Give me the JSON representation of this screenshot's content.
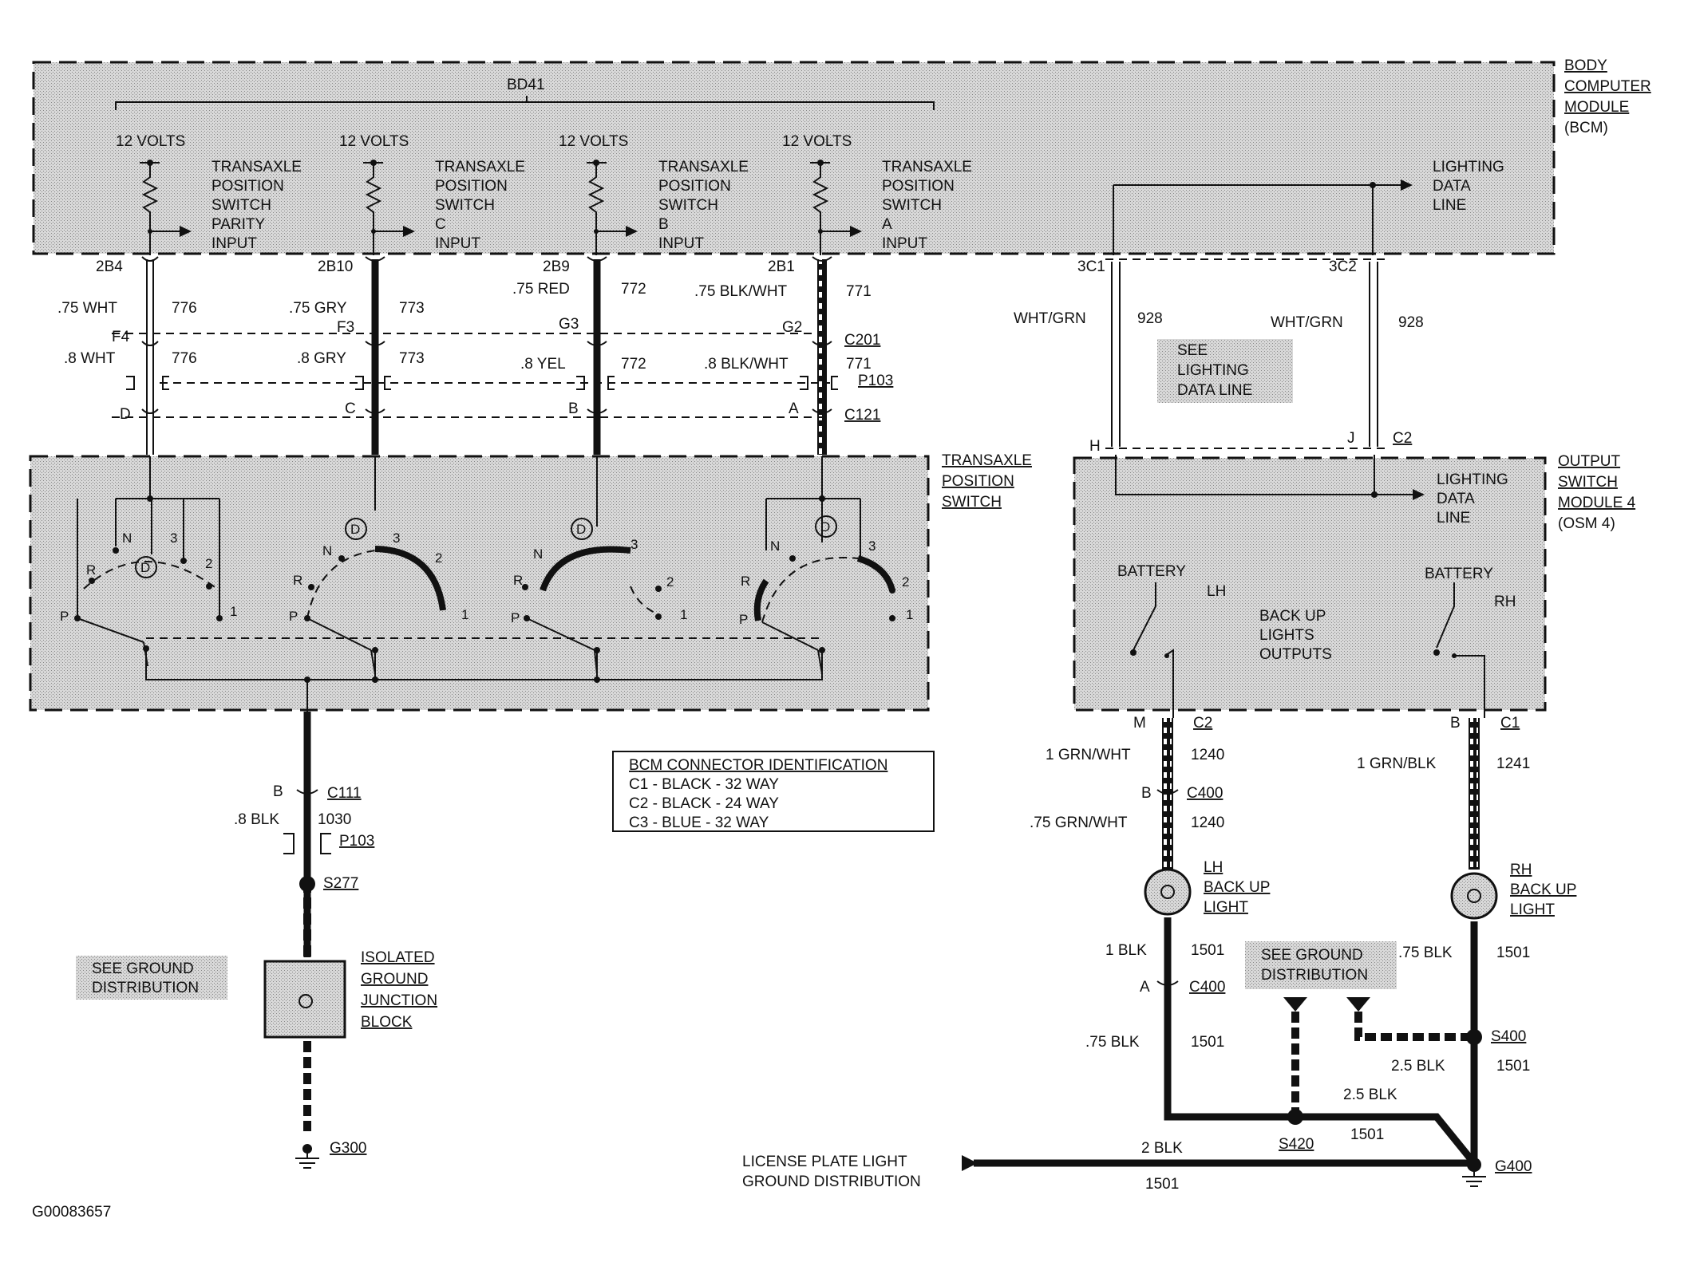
{
  "bcm": {
    "title": [
      "BODY",
      "COMPUTER",
      "MODULE",
      "(BCM)"
    ],
    "bracket_label": "BD41",
    "inputs": [
      {
        "volts": "12 VOLTS",
        "lines": [
          "TRANSAXLE",
          "POSITION",
          "SWITCH",
          "PARITY",
          "INPUT"
        ],
        "pin": "2B4"
      },
      {
        "volts": "12 VOLTS",
        "lines": [
          "TRANSAXLE",
          "POSITION",
          "SWITCH",
          "C",
          "INPUT"
        ],
        "pin": "2B10"
      },
      {
        "volts": "12 VOLTS",
        "lines": [
          "TRANSAXLE",
          "POSITION",
          "SWITCH",
          "B",
          "INPUT"
        ],
        "pin": "2B9"
      },
      {
        "volts": "12 VOLTS",
        "lines": [
          "TRANSAXLE",
          "POSITION",
          "SWITCH",
          "A",
          "INPUT"
        ],
        "pin": "2B1"
      }
    ],
    "lighting_data_line": [
      "LIGHTING",
      "DATA",
      "LINE"
    ],
    "pins_right": [
      "3C1",
      "3C2"
    ]
  },
  "wires_top": [
    {
      "size_color": ".75 WHT",
      "circuit": "776",
      "conn_pin": "F4",
      "size_color2": ".8 WHT",
      "circuit2": "776",
      "c121_pin": "D"
    },
    {
      "size_color": ".75 GRY",
      "circuit": "773",
      "conn_pin": "F3",
      "size_color2": ".8 GRY",
      "circuit2": "773",
      "c121_pin": "C"
    },
    {
      "size_color": ".75 RED",
      "circuit": "772",
      "conn_pin": "G3",
      "size_color2": ".8 YEL",
      "circuit2": "772",
      "c121_pin": "B"
    },
    {
      "size_color": ".75 BLK/WHT",
      "circuit": "771",
      "conn_pin": "G2",
      "size_color2": ".8 BLK/WHT",
      "circuit2": "771",
      "c121_pin": "A"
    }
  ],
  "connectors": {
    "c201": "C201",
    "p103": "P103",
    "c121": "C121"
  },
  "data_line": {
    "left_color": "WHT/GRN",
    "left_circuit": "928",
    "right_color": "WHT/GRN",
    "right_circuit": "928",
    "note": [
      "SEE",
      "LIGHTING",
      "DATA LINE"
    ],
    "pin_h": "H",
    "pin_j": "J",
    "conn": "C2"
  },
  "tps": {
    "title": [
      "TRANSAXLE",
      "POSITION",
      "SWITCH"
    ],
    "positions": [
      "P",
      "R",
      "N",
      "D",
      "3",
      "2",
      "1"
    ]
  },
  "osm": {
    "title": [
      "OUTPUT",
      "SWITCH",
      "MODULE 4",
      "(OSM 4)"
    ],
    "lighting_data_line": [
      "LIGHTING",
      "DATA",
      "LINE"
    ],
    "battery_left": "BATTERY",
    "lh": "LH",
    "battery_right": "BATTERY",
    "rh": "RH",
    "outputs": [
      "BACK UP",
      "LIGHTS",
      "OUTPUTS"
    ],
    "pin_m": "M",
    "conn_m": "C2",
    "pin_b": "B",
    "conn_b": "C1"
  },
  "ground_left": {
    "pin": "B",
    "conn": "C111",
    "size": ".8 BLK",
    "circuit": "1030",
    "p103": "P103",
    "splice": "S277",
    "junction": [
      "ISOLATED",
      "GROUND",
      "JUNCTION",
      "BLOCK"
    ],
    "see_ground": [
      "SEE GROUND",
      "DISTRIBUTION"
    ],
    "ground": "G300"
  },
  "bcm_id_table": {
    "title": "BCM CONNECTOR IDENTIFICATION",
    "rows": [
      "C1 - BLACK - 32 WAY",
      "C2 - BLACK - 24 WAY",
      "C3 - BLUE - 32 WAY"
    ]
  },
  "backup": {
    "lh_wire": "1 GRN/WHT",
    "lh_circuit": "1240",
    "c400_b_pin": "B",
    "c400_b": "C400",
    "lh_wire2": ".75 GRN/WHT",
    "lh_circuit2": "1240",
    "lh_light": [
      "LH",
      "BACK UP",
      "LIGHT"
    ],
    "rh_wire": "1 GRN/BLK",
    "rh_circuit": "1241",
    "rh_light": [
      "RH",
      "BACK UP",
      "LIGHT"
    ],
    "lh_gnd": "1 BLK",
    "lh_gnd_circuit": "1501",
    "c400_a_pin": "A",
    "c400_a": "C400",
    "lh_gnd2": ".75 BLK",
    "lh_gnd2_circuit": "1501",
    "rh_gnd": ".75 BLK",
    "rh_gnd_circuit": "1501",
    "see_ground": [
      "SEE GROUND",
      "DISTRIBUTION"
    ],
    "s400": "S400",
    "s400_wire": "2.5 BLK",
    "s400_circuit": "1501",
    "s420": "S420",
    "s420_wire": "2.5 BLK",
    "s420_circuit": "1501",
    "license": [
      "LICENSE PLATE LIGHT",
      "GROUND DISTRIBUTION"
    ],
    "lic_wire": "2 BLK",
    "lic_circuit": "1501",
    "ground": "G400"
  },
  "figure_id": "G00083657"
}
